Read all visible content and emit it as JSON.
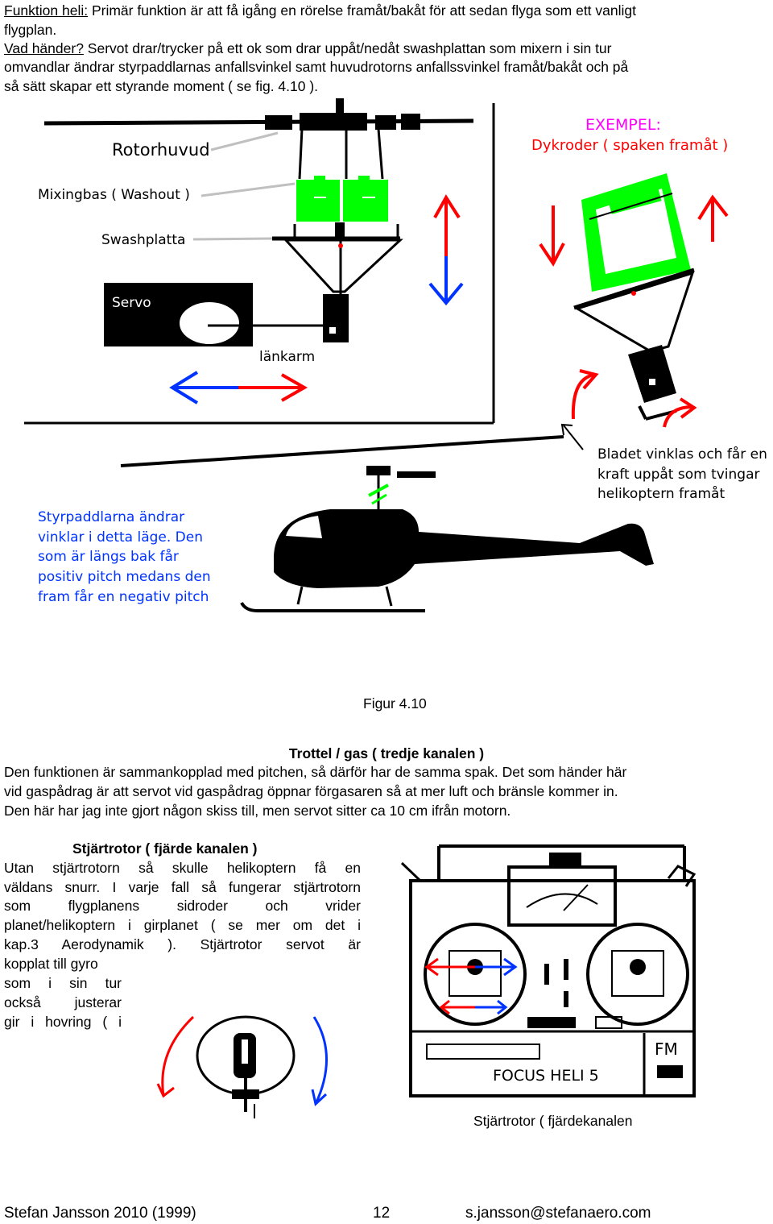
{
  "intro": {
    "label1": "Funktion heli:",
    "text1": " Primär funktion är att få igång en rörelse framåt/bakåt för att sedan flyga som ett vanligt",
    "text1b": "flygplan.",
    "label2": "Vad händer?",
    "text2a": " Servot drar/trycker på ett ok som drar uppåt/nedåt swashplattan som mixern i sin tur",
    "text2b": "omvandlar ändrar styrpaddlarnas anfallsvinkel samt huvudrotorns anfallssvinkel framåt/bakåt och på",
    "text2c": "så sätt skapar ett styrande moment ( se fig. 4.10 )."
  },
  "fig1": {
    "labels": {
      "rotorhuvud": "Rotorhuvud",
      "mixingbas": "Mixingbas ( Washout )",
      "swashplatta": "Swashplatta",
      "servo": "Servo",
      "lankarm": "länkarm",
      "exempel": "EXEMPEL:",
      "dykroder": "Dykroder ( spaken framåt )",
      "bladet1": "Bladet vinklas och får en",
      "bladet2": "kraft uppåt som tvingar",
      "bladet3": "helikoptern framåt",
      "styr1": "Styrpaddlarna ändrar",
      "styr2": "vinklar i detta läge.  Den",
      "styr3": "som är längs bak får",
      "styr4": "positiv pitch medans den",
      "styr5": "fram får en negativ pitch"
    },
    "caption": "Figur 4.10",
    "colors": {
      "green": "#00ff00",
      "red": "#ff0000",
      "blue": "#0033ff",
      "magenta": "#ff00ff"
    }
  },
  "throttle": {
    "heading": "Trottel / gas ( tredje kanalen )",
    "line1": "Den funktionen är sammankopplad med pitchen, så därför har de samma spak.  Det som händer här",
    "line2": "vid gaspådrag är att servot  vid gaspådrag öppnar förgasaren så at mer luft och bränsle kommer in.",
    "line3": "Den här har jag inte gjort någon skiss till, men servot sitter ca 10 cm ifrån motorn."
  },
  "tail": {
    "heading": "Stjärtrotor ( fjärde kanalen )",
    "lines": [
      "Utan stjärtrotorn så skulle helikoptern få en",
      "väldans snurr.  I varje fall så fungerar stjärtrotorn",
      "som flygplanens sidroder och vrider",
      "planet/helikoptern i girplanet ( se mer om det i",
      "kap.3 Aerodynamik ).  Stjärtrotor servot är"
    ],
    "short_lines": [
      "kopplat till gyro",
      "som i sin tur",
      "också justerar",
      "gir i hovring ( i"
    ],
    "tx_fm": "FM",
    "tx_name": "FOCUS HELI 5",
    "caption": "Stjärtrotor ( fjärdekanalen"
  },
  "footer": {
    "author": "Stefan Jansson 2010 (1999)",
    "page": "12",
    "email": "s.jansson@stefanaero.com"
  }
}
